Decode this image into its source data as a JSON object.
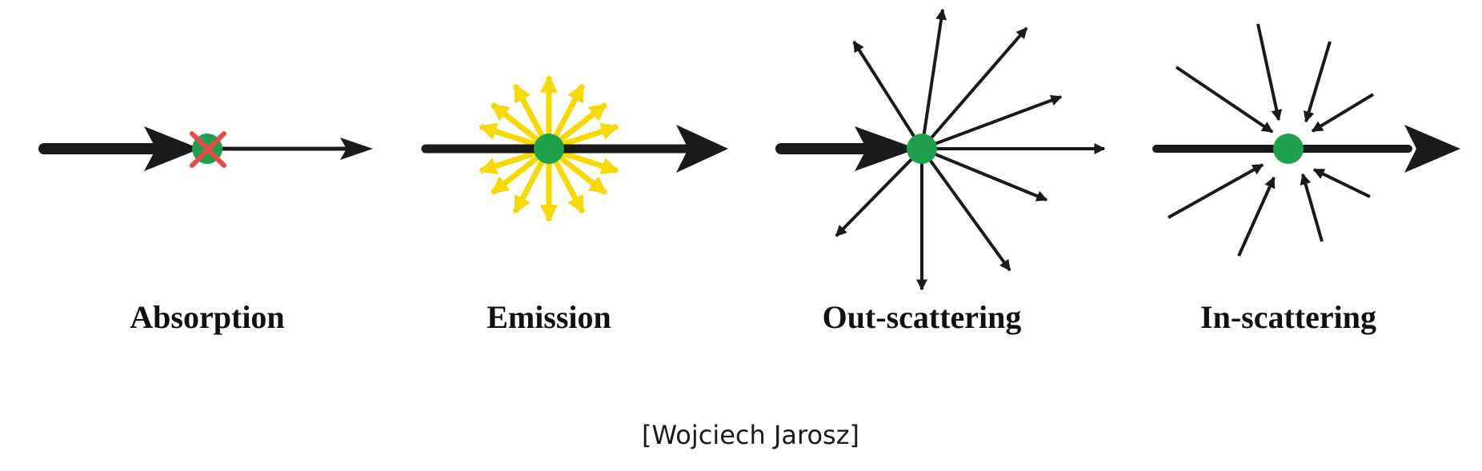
{
  "figure": {
    "colors": {
      "line": "#1a1a1a",
      "particle": "#1fa04a",
      "absorption_cross": "#e84a4a",
      "emission_ray": "#f7d900",
      "background": "#ffffff"
    },
    "panels": [
      {
        "id": "absorption",
        "label": "Absorption"
      },
      {
        "id": "emission",
        "label": "Emission"
      },
      {
        "id": "out-scattering",
        "label": "Out-scattering"
      },
      {
        "id": "in-scattering",
        "label": "In-scattering"
      }
    ],
    "credit": "[Wojciech Jarosz]"
  }
}
